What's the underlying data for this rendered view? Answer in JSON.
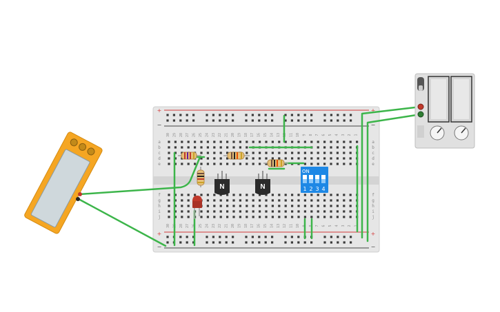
{
  "canvas": {
    "background": "#ffffff"
  },
  "breadboard": {
    "color": "#e8e8e8",
    "column_numbers": [
      "30",
      "29",
      "28",
      "27",
      "26",
      "25",
      "24",
      "23",
      "22",
      "21",
      "20",
      "19",
      "18",
      "17",
      "16",
      "15",
      "14",
      "13",
      "12",
      "11",
      "10",
      "9",
      "8",
      "7",
      "6",
      "5",
      "4",
      "3",
      "2",
      "1"
    ],
    "row_labels_top": [
      "a",
      "b",
      "c",
      "d",
      "e"
    ],
    "row_labels_bottom": [
      "f",
      "g",
      "h",
      "i",
      "j"
    ],
    "rail_plus": "+",
    "rail_minus": "−",
    "rail_red": "#d33a3a",
    "rail_dark": "#444444"
  },
  "components": {
    "transistor_1_label": "N",
    "transistor_2_label": "N",
    "dip_switch": {
      "on_label": "ON",
      "numbers": [
        "1",
        "2",
        "3",
        "4"
      ],
      "color": "#1e88e5"
    },
    "led_color": "#c0392b",
    "wire_color": "#3cb54a"
  },
  "multimeter": {
    "body_color": "#f5a623",
    "screen_color": "#cfd8dc"
  },
  "power_supply": {
    "body_color": "#e0e0e0"
  }
}
